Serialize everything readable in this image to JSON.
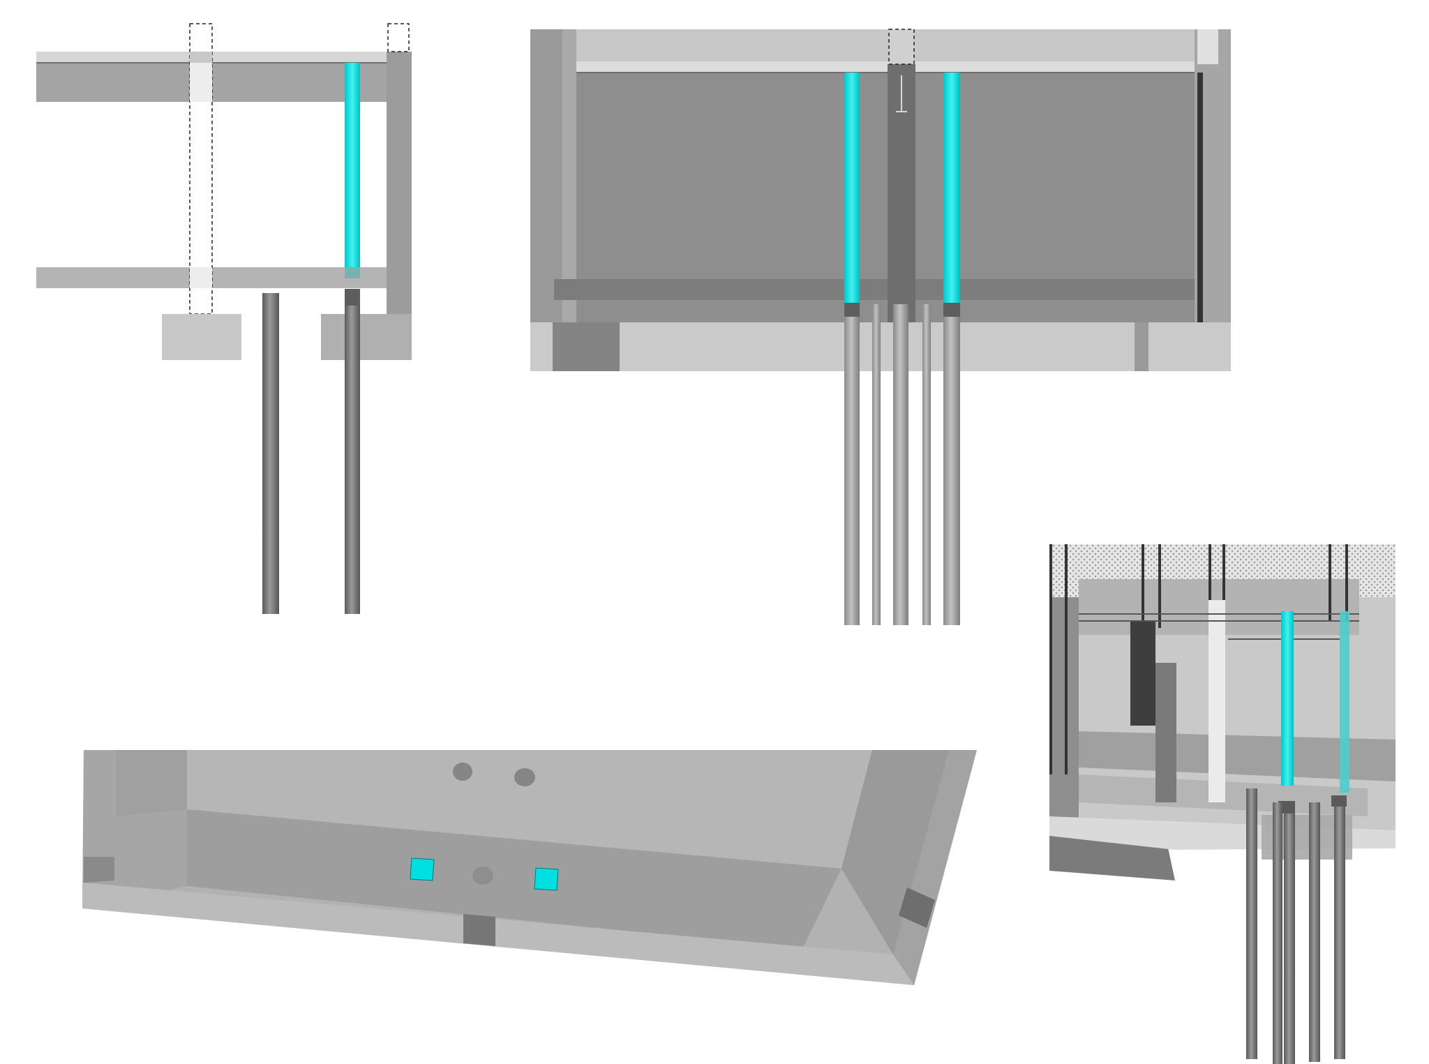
{
  "views": [
    {
      "id": "side-section",
      "label": ""
    },
    {
      "id": "front-elevation",
      "label": ""
    },
    {
      "id": "plan-perspective",
      "label": ""
    },
    {
      "id": "isometric-3d",
      "label": ""
    }
  ],
  "colors": {
    "background": "#ffffff",
    "highlight": "#00e0e0",
    "concrete_dark": "#8c8c8c",
    "concrete_mid": "#a6a6a6",
    "concrete_light": "#c8c8c8",
    "pile": "#7a7a7a",
    "outline": "#333333"
  }
}
